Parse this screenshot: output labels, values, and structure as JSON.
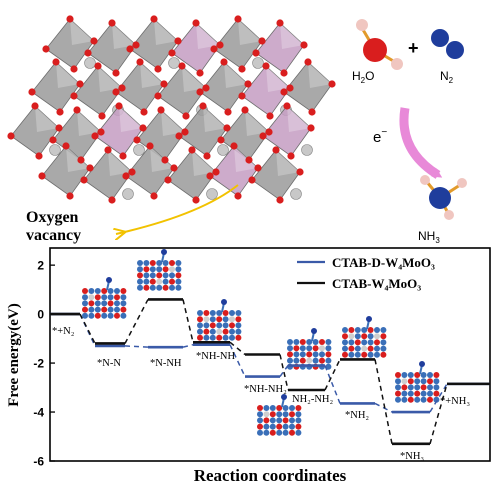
{
  "top": {
    "reactant_water": "H",
    "reactant_water_sub": "2",
    "reactant_water_end": "O",
    "plus": "+",
    "reactant_n2": "N",
    "reactant_n2_sub": "2",
    "electron": "e",
    "electron_sup": "−",
    "product": "NH",
    "product_sub": "3",
    "vacancy_line1": "Oxygen",
    "vacancy_line2": "vacancy",
    "colors": {
      "octahedron_gray": "#9a9a9a",
      "octahedron_pink": "#c49cc2",
      "oxygen_red": "#d91e1e",
      "metal_gray": "#c8c8c8",
      "nitrogen_blue": "#1f3d9c",
      "hydrogen_pink": "#f0c6c0",
      "bond_orange": "#e29a2a",
      "arrow_pink": "#e889d8",
      "arrow_yellow": "#f2c200"
    }
  },
  "chart_data": {
    "type": "line",
    "xlabel": "Reaction coordinates",
    "ylabel": "Free energy(eV)",
    "ylim": [
      -6,
      2.7
    ],
    "yticks": [
      2,
      0,
      -2,
      -4,
      -6
    ],
    "legend_position": "top-right",
    "colors": {
      "d_series": "#3a5aa8",
      "plain_series": "#111111"
    },
    "series": [
      {
        "name": "CTAB-D-W₄MoO₃",
        "levels": [
          0,
          -1.3,
          -1.35,
          -1.25,
          -2.55,
          -2.1,
          -3.65,
          -4.0,
          -2.85
        ]
      },
      {
        "name": "CTAB-W₄MoO₃",
        "levels": [
          0,
          -1.2,
          0.6,
          -1.15,
          -1.65,
          -3.1,
          -1.85,
          -5.3,
          -2.85
        ]
      }
    ],
    "labels": [
      {
        "text": "*+N₂"
      },
      {
        "text": "*N-N"
      },
      {
        "text": "*N-NH"
      },
      {
        "text": "*NH-NH"
      },
      {
        "text": "*NH-NH₂"
      },
      {
        "text": "NH₂-NH₂"
      },
      {
        "text": "*NH₂"
      },
      {
        "text": "*NH₃"
      },
      {
        "text": "*+NH₃"
      }
    ]
  }
}
